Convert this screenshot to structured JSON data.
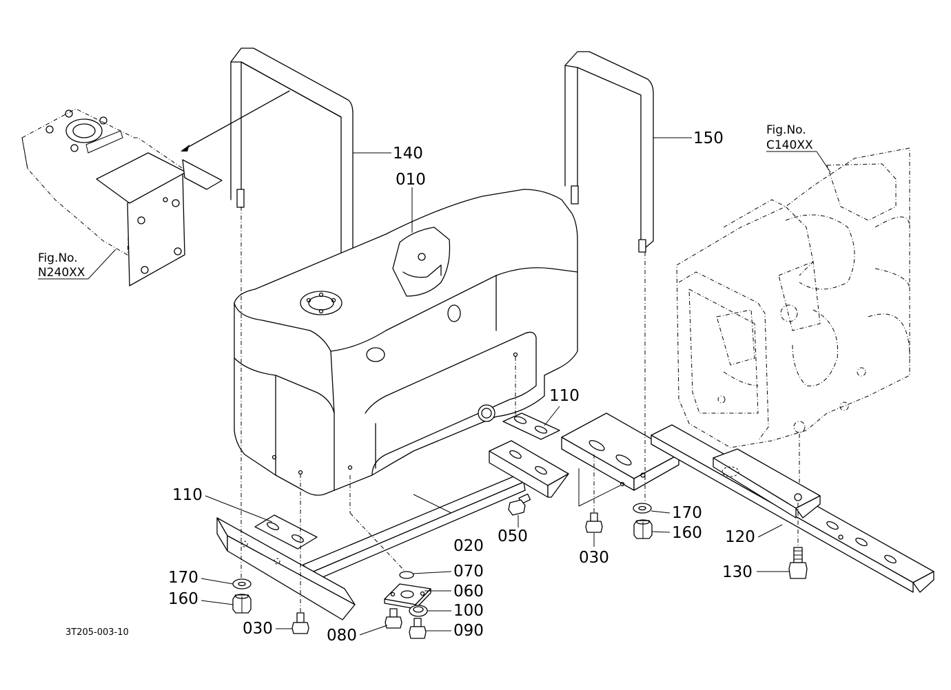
{
  "figure_code": "3T205-003-10",
  "figure_refs": [
    {
      "id": "n240",
      "line1": "Fig.No.",
      "line2": "N240XX"
    },
    {
      "id": "c140",
      "line1": "Fig.No.",
      "line2": "C140XX"
    }
  ],
  "callouts": {
    "c010": "010",
    "c020": "020",
    "c030a": "030",
    "c030b": "030",
    "c050": "050",
    "c060": "060",
    "c070": "070",
    "c080": "080",
    "c090": "090",
    "c100": "100",
    "c110a": "110",
    "c110b": "110",
    "c120": "120",
    "c130": "130",
    "c140": "140",
    "c150": "150",
    "c160a": "160",
    "c160b": "160",
    "c170a": "170",
    "c170b": "170"
  }
}
